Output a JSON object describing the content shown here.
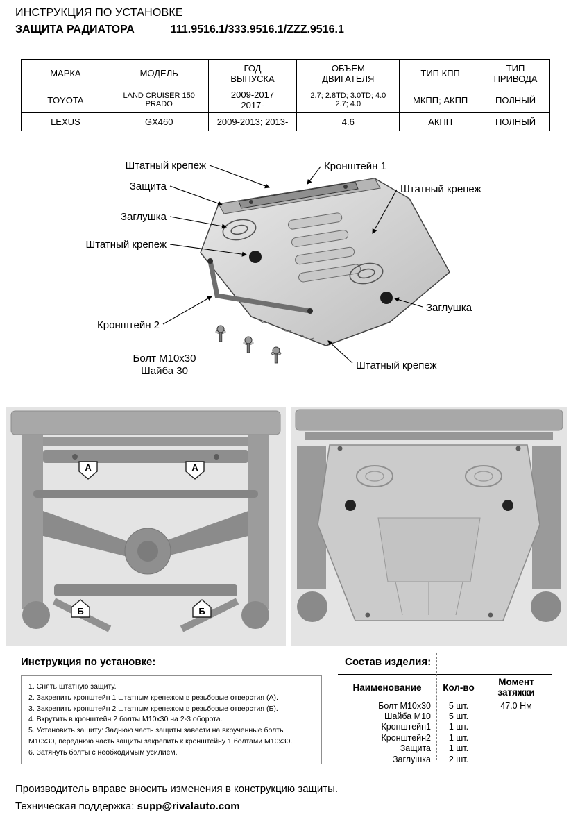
{
  "header": {
    "title": "ИНСТРУКЦИЯ ПО УСТАНОВКЕ",
    "product": "ЗАЩИТА РАДИАТОРА",
    "part_numbers": "111.9516.1/333.9516.1/ZZZ.9516.1"
  },
  "spec_table": {
    "headers": [
      "МАРКА",
      "МОДЕЛЬ",
      "ГОД\nВЫПУСКА",
      "ОБЪЕМ\nДВИГАТЕЛЯ",
      "ТИП КПП",
      "ТИП\nПРИВОДА"
    ],
    "rows": [
      [
        "TOYOTA",
        "LAND CRUISER 150\nPRADO",
        "2009-2017\n2017-",
        "2.7; 2.8TD; 3.0TD; 4.0\n2.7; 4.0",
        "МКПП; АКПП",
        "ПОЛНЫЙ"
      ],
      [
        "LEXUS",
        "GX460",
        "2009-2013; 2013-",
        "4.6",
        "АКПП",
        "ПОЛНЫЙ"
      ]
    ]
  },
  "diagram": {
    "labels": [
      "Штатный крепеж",
      "Кронштейн 1",
      "Защита",
      "Штатный крепеж",
      "Заглушка",
      "Штатный крепеж",
      "Заглушка",
      "Кронштейн 2",
      "Болт М10х30",
      "Шайба 30",
      "Штатный крепеж"
    ]
  },
  "photos": {
    "left_markers": [
      "А",
      "А",
      "Б",
      "Б"
    ]
  },
  "instructions": {
    "title": "Инструкция по установке:",
    "steps": [
      "1. Снять штатную защиту.",
      "2. Закрепить кронштейн 1 штатным крепежом в резьбовые отверстия (А).",
      "3. Закрепить кронштейн 2 штатным крепежом в резьбовые отверстия (Б).",
      "4. Вкрутить в кронштейн 2 болты М10х30 на 2-3 оборота.",
      "5. Установить защиту: Заднюю часть защиты завести на вкрученные болты М10х30, переднюю часть защиты закрепить к кронштейну 1 болтами М10х30.",
      "6. Затянуть болты с необходимым усилием."
    ]
  },
  "parts": {
    "title": "Состав изделия:",
    "headers": [
      "Наименование",
      "Кол-во",
      "Момент затяжки"
    ],
    "rows": [
      [
        "Болт М10х30",
        "5 шт.",
        "47.0 Нм"
      ],
      [
        "Шайба М10",
        "5 шт.",
        ""
      ],
      [
        "Кронштейн1",
        "1 шт.",
        ""
      ],
      [
        "Кронштейн2",
        "1 шт.",
        ""
      ],
      [
        "Защита",
        "1 шт.",
        ""
      ],
      [
        "Заглушка",
        "2 шт.",
        ""
      ]
    ]
  },
  "footer": {
    "note": "Производитель вправе вносить изменения в конструкцию защиты.",
    "support_label": "Техническая поддержка:",
    "support_email": "supp@rivalauto.com"
  }
}
